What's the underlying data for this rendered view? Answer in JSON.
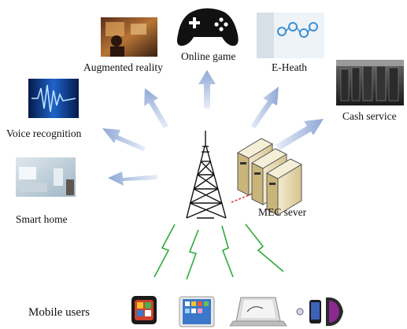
{
  "services": {
    "augmented_reality": "Augmented reality",
    "online_game": "Online game",
    "e_health": "E-Heath",
    "cash_service": "Cash service",
    "voice_recognition": "Voice recognition",
    "smart_home": "Smart home"
  },
  "infrastructure": {
    "mec_server": "MEC sever"
  },
  "users": {
    "mobile_users": "Mobile users"
  },
  "colors": {
    "arrow": "#9db3da",
    "wireless_link": "#2eaa3a",
    "server_link": "#e02020",
    "tower": "#111111"
  }
}
